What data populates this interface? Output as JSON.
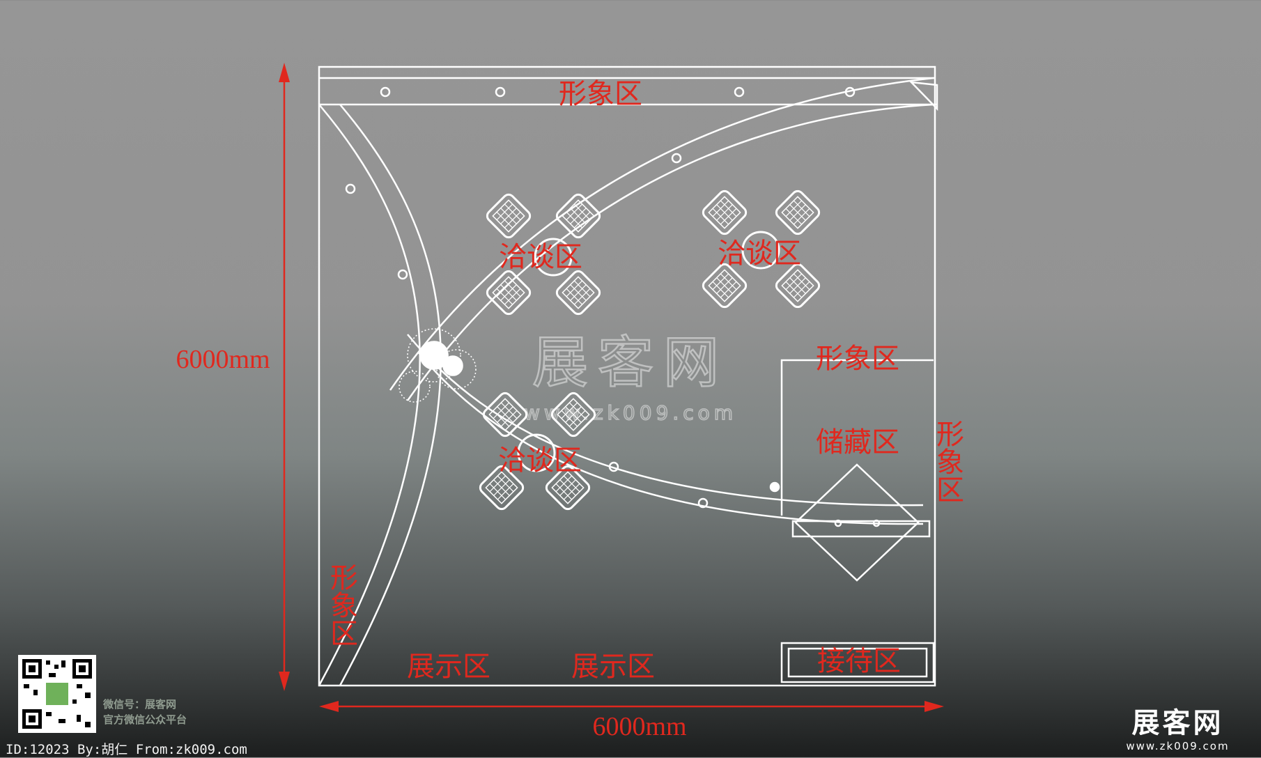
{
  "zones": {
    "image_top": "形象区",
    "negotiation_1": "洽谈区",
    "negotiation_2": "洽谈区",
    "negotiation_3": "洽谈区",
    "image_storage_top": "形象区",
    "storage": "储藏区",
    "image_right": "形象区",
    "image_left": "形象区",
    "display_1": "展示区",
    "display_2": "展示区",
    "reception": "接待区"
  },
  "dimensions": {
    "height": "6000mm",
    "width": "6000mm"
  },
  "watermark": {
    "brand": "展客网",
    "url": "www.zk009.com"
  },
  "qr": {
    "line1": "微信号：展客网",
    "line2": "官方微信公众平台"
  },
  "footer": {
    "id_text": "ID:12023 By:胡仁 From:zk009.com"
  },
  "logo": {
    "brand": "展客网",
    "url": "www.zk009.com"
  },
  "colors": {
    "dimension": "#e0281e",
    "lines": "#ffffff"
  }
}
